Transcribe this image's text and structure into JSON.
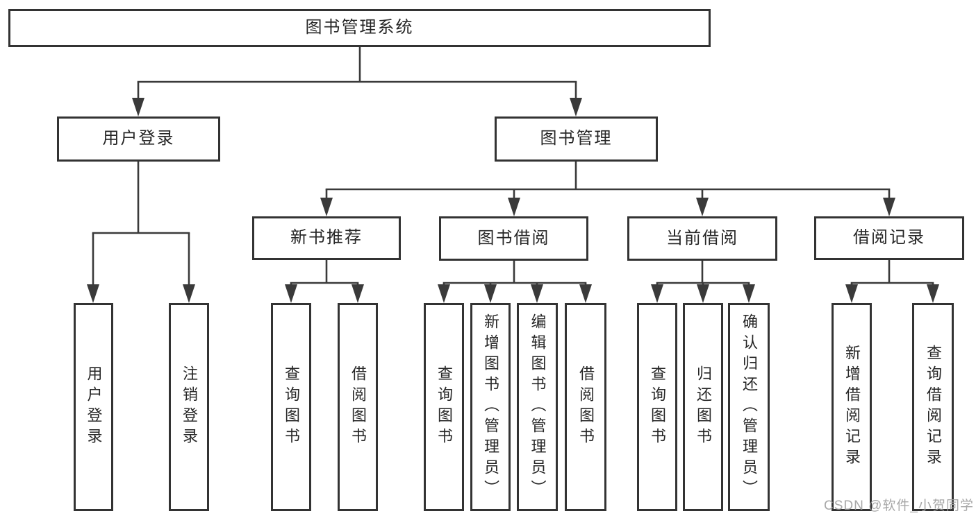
{
  "diagram": {
    "title": "图书管理系统",
    "watermark": "CSDN @软件_小贺同学",
    "colors": {
      "line": "#3a3a3a",
      "box_border": "#333333",
      "box_fill": "#ffffff",
      "text": "#262626",
      "watermark": "#a0a0a0"
    },
    "nodes": [
      {
        "id": "library-management-system",
        "label": "图书管理系统",
        "parent": null
      },
      {
        "id": "user-login-module",
        "label": "用户登录",
        "parent": "library-management-system"
      },
      {
        "id": "book-management-module",
        "label": "图书管理",
        "parent": "library-management-system"
      },
      {
        "id": "new-book-recommend",
        "label": "新书推荐",
        "parent": "book-management-module"
      },
      {
        "id": "book-borrowing",
        "label": "图书借阅",
        "parent": "book-management-module"
      },
      {
        "id": "current-borrowing",
        "label": "当前借阅",
        "parent": "book-management-module"
      },
      {
        "id": "borrowing-records",
        "label": "借阅记录",
        "parent": "book-management-module"
      },
      {
        "id": "leaf-user-login",
        "label": "用户登录",
        "parent": "user-login-module"
      },
      {
        "id": "leaf-logout",
        "label": "注销登录",
        "parent": "user-login-module"
      },
      {
        "id": "leaf-query-books-1",
        "label": "查询图书",
        "parent": "new-book-recommend"
      },
      {
        "id": "leaf-borrow-books-1",
        "label": "借阅图书",
        "parent": "new-book-recommend"
      },
      {
        "id": "leaf-query-books-2",
        "label": "查询图书",
        "parent": "book-borrowing"
      },
      {
        "id": "leaf-add-book-admin",
        "label": "新增图书（管理员）",
        "parent": "book-borrowing"
      },
      {
        "id": "leaf-edit-book-admin",
        "label": "编辑图书（管理员）",
        "parent": "book-borrowing"
      },
      {
        "id": "leaf-borrow-books-2",
        "label": "借阅图书",
        "parent": "book-borrowing"
      },
      {
        "id": "leaf-query-books-3",
        "label": "查询图书",
        "parent": "current-borrowing"
      },
      {
        "id": "leaf-return-book",
        "label": "归还图书",
        "parent": "current-borrowing"
      },
      {
        "id": "leaf-confirm-return-admin",
        "label": "确认归还（管理员）",
        "parent": "current-borrowing"
      },
      {
        "id": "leaf-add-borrow-record",
        "label": "新增借阅记录",
        "parent": "borrowing-records"
      },
      {
        "id": "leaf-query-borrow-record",
        "label": "查询借阅记录",
        "parent": "borrowing-records"
      }
    ]
  }
}
